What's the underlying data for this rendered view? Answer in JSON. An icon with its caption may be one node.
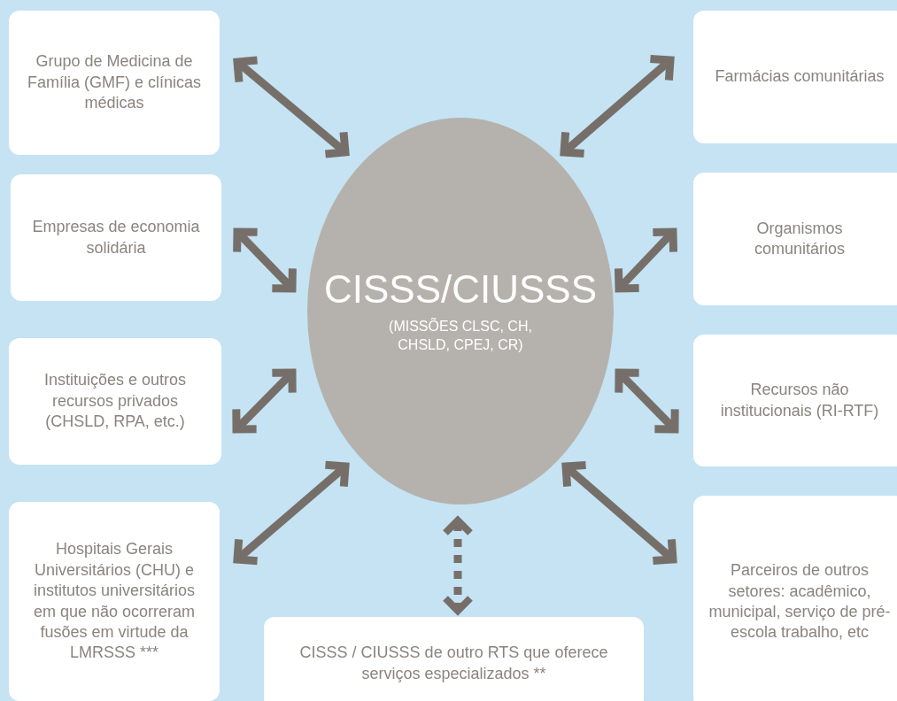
{
  "diagram": {
    "nodes": [
      {
        "text": [
          "CISSS/CIUSSS",
          "(MISSÕES CLSC, CH, CHSLD, CPEJ, CR)"
        ]
      },
      {
        "text": [
          "Grupo de Medicina de Família (GMF) e clínicas médicas"
        ]
      },
      {
        "text": [
          "Empresas de economia solidária"
        ]
      },
      {
        "text": [
          "Instituições e outros recursos privados (CHSLD, RPA, etc.)"
        ]
      },
      {
        "text": [
          "Hospitais Gerais Universitários (CHU) e institutos universitários em que não ocorreram fusões em virtude da LMRSSS ***"
        ]
      },
      {
        "text": [
          "CISSS / CIUSSS de outro RTS que oferece serviços especializados **"
        ]
      },
      {
        "text": [
          "Farmácias comunitárias"
        ]
      },
      {
        "text": [
          "Organismos comunitários"
        ]
      },
      {
        "text": [
          "Recursos não institucionais (RI-RTF)"
        ]
      },
      {
        "text": [
          "Parceiros de outros setores: acadêmico, municipal, serviço de pré-escola trabalho, etc"
        ]
      }
    ],
    "edges": [
      {
        "from": 1,
        "to": 0,
        "arrow": "both"
      },
      {
        "from": 2,
        "to": 0,
        "arrow": "both"
      },
      {
        "from": 3,
        "to": 0,
        "arrow": "both"
      },
      {
        "from": 4,
        "to": 0,
        "arrow": "both"
      },
      {
        "from": 5,
        "to": 0,
        "arrow": "both",
        "style": "dashed"
      },
      {
        "from": 6,
        "to": 0,
        "arrow": "both"
      },
      {
        "from": 7,
        "to": 0,
        "arrow": "both"
      },
      {
        "from": 8,
        "to": 0,
        "arrow": "both"
      },
      {
        "from": 9,
        "to": 0,
        "arrow": "both"
      }
    ]
  }
}
